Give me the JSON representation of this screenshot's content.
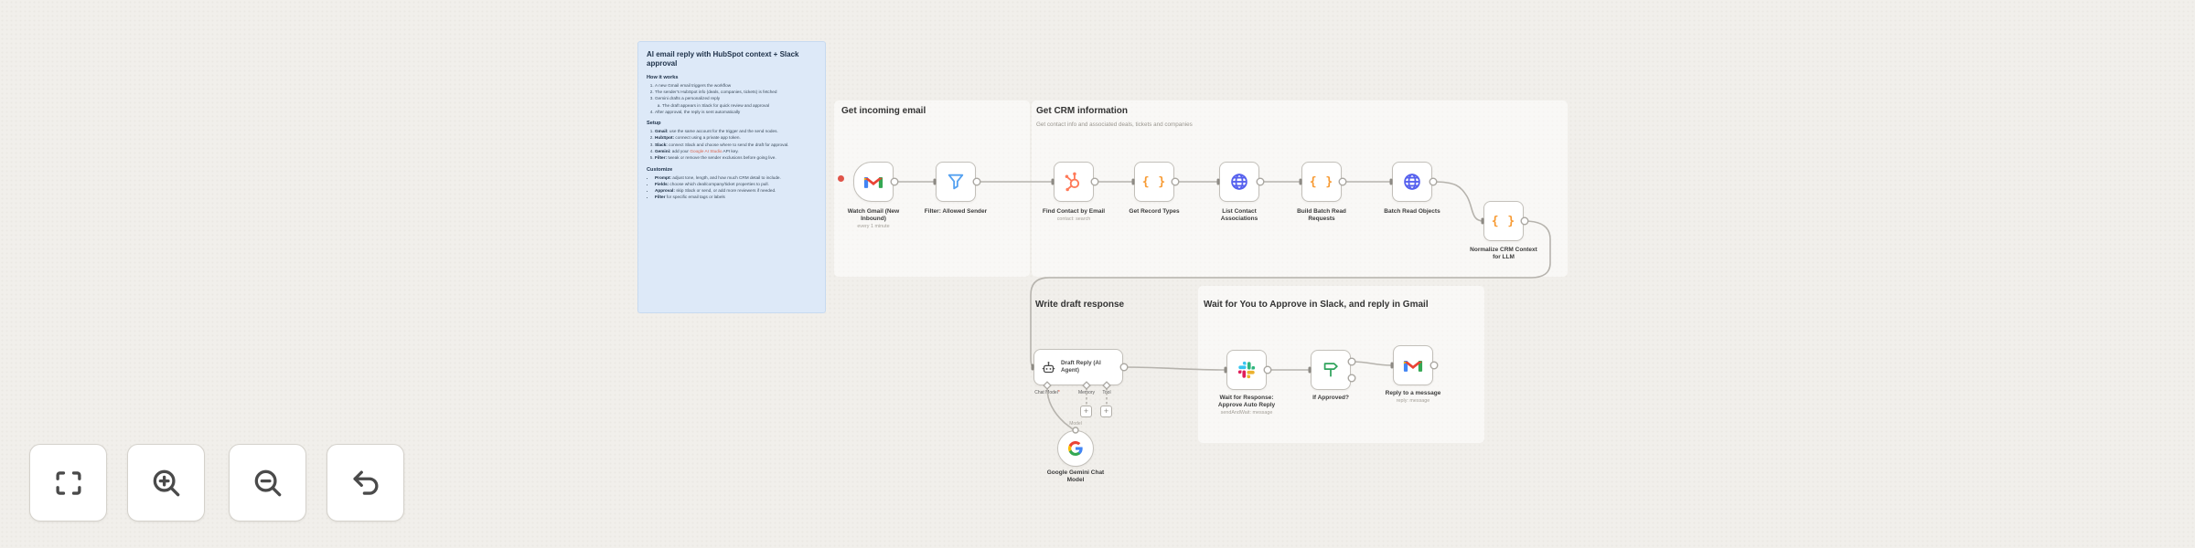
{
  "sticky": {
    "title": "AI email reply with HubSpot context + Slack approval",
    "how": {
      "heading": "How it works",
      "items": [
        "A new Gmail email triggers the workflow",
        "The sender's HubSpot info (deals, companies, tickets) is fetched",
        "Gemini drafts a personalized reply",
        "After approval, the reply is sent automatically"
      ],
      "sub_item": "The draft appears in Slack for quick review and approval"
    },
    "setup": {
      "heading": "Setup",
      "items": [
        {
          "lead": "Gmail:",
          "text": " use the same account for the trigger and the send nodes."
        },
        {
          "lead": "HubSpot:",
          "text": " connect using a private app token."
        },
        {
          "lead": "Slack:",
          "text": " connect Slack and choose where to send the draft for approval."
        },
        {
          "lead": "Gemini:",
          "pre": " add your ",
          "link": "Google AI Studio",
          "post": " API key."
        },
        {
          "lead": "Filter:",
          "text": " tweak or remove the sender exclusions before going live."
        }
      ]
    },
    "customize": {
      "heading": "Customize",
      "items": [
        {
          "lead": "Prompt:",
          "text": " adjust tone, length, and how much CRM detail to include."
        },
        {
          "lead": "Fields:",
          "text": " choose which deal/company/ticket properties to pull."
        },
        {
          "lead": "Approval:",
          "text": " skip Slack or send, or add more reviewers if needed."
        },
        {
          "lead": "Filter",
          "text": " for specific email tags or labels"
        }
      ]
    }
  },
  "sections": {
    "incoming": "Get incoming email",
    "crm": "Get CRM information",
    "crm_sub": "Get contact info and associated deals, tickets and companies",
    "draft": "Write draft response",
    "approve": "Wait for You to Approve in Slack, and reply in Gmail"
  },
  "nodes": {
    "watch_gmail": {
      "label": "Watch Gmail (New Inbound)",
      "sub": "every 1 minute"
    },
    "filter_sender": {
      "label": "Filter: Allowed Sender"
    },
    "find_contact": {
      "label": "Find Contact by Email",
      "sub": "contact: search"
    },
    "record_types": {
      "label": "Get Record Types"
    },
    "list_assoc": {
      "label": "List Contact Associations"
    },
    "build_batch": {
      "label": "Build Batch Read Requests"
    },
    "batch_read": {
      "label": "Batch Read Objects"
    },
    "normalize": {
      "label": "Normalize CRM Context for LLM"
    },
    "agent": {
      "label": "Draft Reply (AI Agent)",
      "port_chat_model": "Chat Model",
      "required_mark": "*",
      "port_memory": "Memory",
      "port_tool": "Tool",
      "model_wire_label": "Model"
    },
    "gemini": {
      "label": "Google Gemini Chat Model"
    },
    "slack_wait": {
      "label": "Wait for Response: Approve Auto Reply",
      "sub": "sendAndWait: message"
    },
    "if_approved": {
      "label": "If Approved?"
    },
    "reply_gmail": {
      "label": "Reply to a message",
      "sub": "reply: message"
    }
  },
  "controls": {
    "fit": "fit-view",
    "zoom_in": "zoom-in",
    "zoom_out": "zoom-out",
    "reset": "undo-reset"
  },
  "glyphs": {
    "plus": "+",
    "braces": "{ }"
  },
  "colors": {
    "canvas_bg": "#f1efeb",
    "sticky_bg": "#dde9f8",
    "link_red": "#d8604a",
    "wire": "#b6b3ad",
    "node_border": "#c3c0ba",
    "gmail_red": "#EA4335",
    "gmail_blue": "#4285F4",
    "gmail_green": "#34A853",
    "hubspot_orange": "#ff7a59",
    "braces_orange": "#f79a33",
    "globe_indigo": "#5560ee",
    "funnel_blue": "#55a1f0",
    "if_green": "#2fa35c",
    "slack_pink": "#E01E5A",
    "slack_blue": "#36C5F0",
    "slack_green": "#2EB67D",
    "slack_yellow": "#ECB22E",
    "trigger_dot_red": "#e05449"
  }
}
